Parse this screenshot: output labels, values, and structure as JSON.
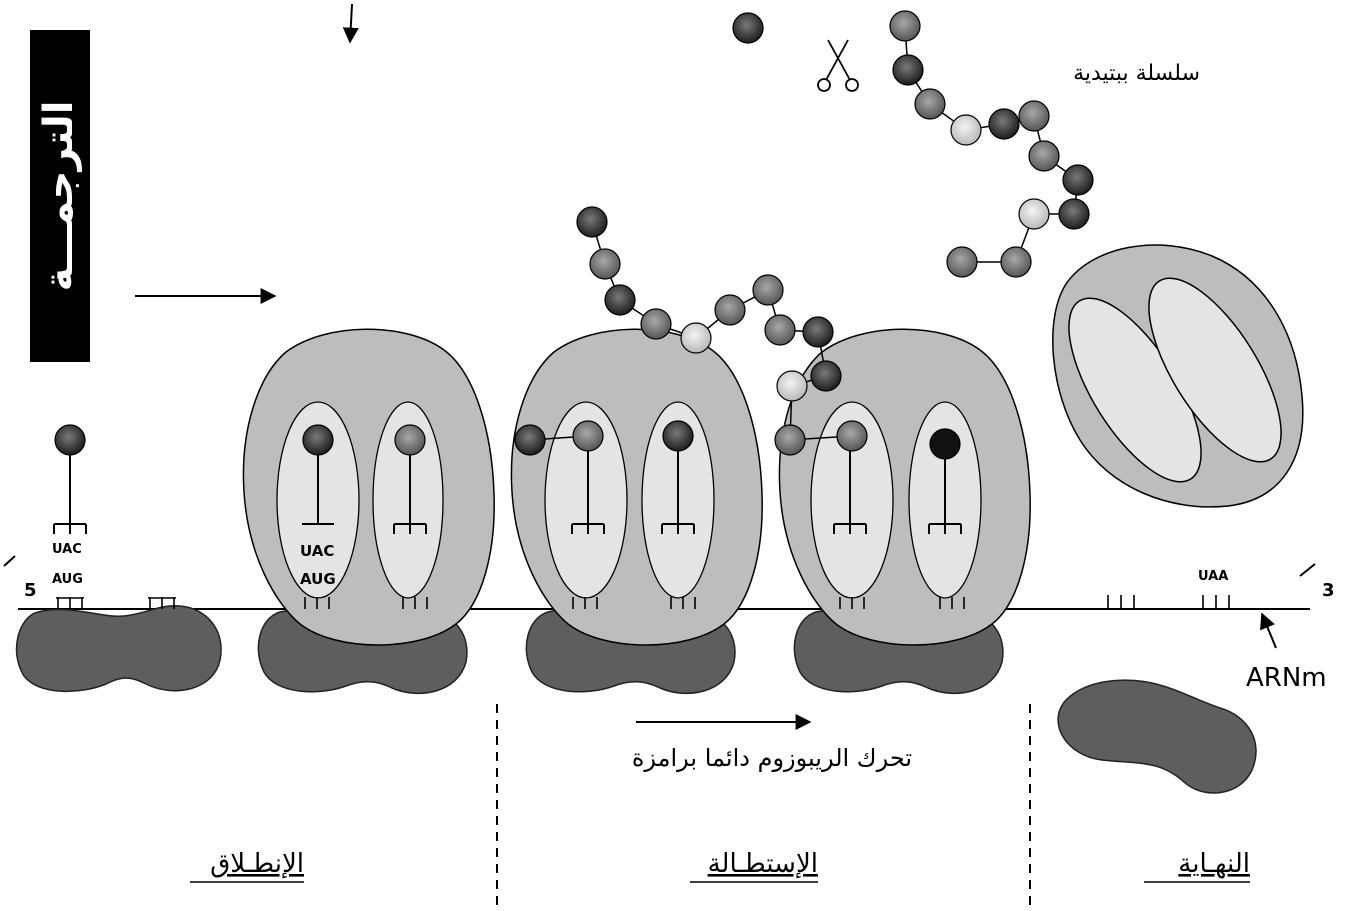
{
  "title": "الترجمـــة",
  "labels": {
    "peptide_chain": "سلسلة ببتيدية",
    "ribosome_move": "تحرك الريبوزوم دائما برامزة",
    "arnm": "ARNm",
    "five_prime": "5",
    "three_prime": "3"
  },
  "codons": {
    "uac_1": "UAC",
    "aug_1": "AUG",
    "uac_2": "UAC",
    "aug_2": "AUG",
    "uaa": "UAA"
  },
  "phases": {
    "initiation": "الإنطـلاق",
    "elongation": "الإستطـالة",
    "termination": "النهـاية"
  },
  "colors": {
    "ribosome_small": "#5e5e5e",
    "ribosome_large": "#bdbdbd",
    "trna_site": "#e4e4e4",
    "aa_dark": "#2a2a2a",
    "aa_mid": "#6e6e6e",
    "aa_light": "#d4d4d4"
  }
}
